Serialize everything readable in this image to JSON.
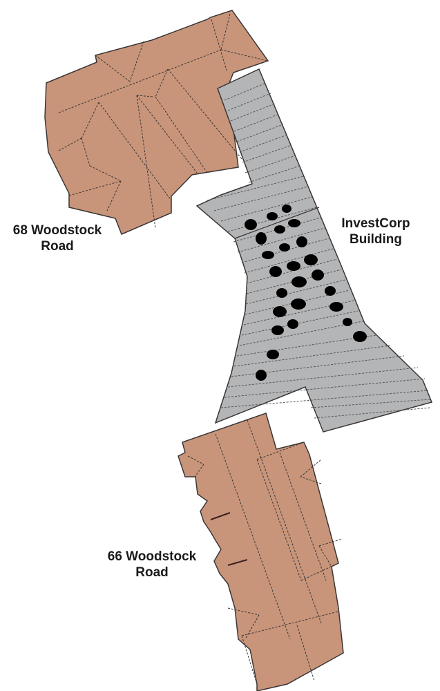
{
  "diagram": {
    "type": "site-plan",
    "colors": {
      "background": "#ffffff",
      "residential_roof": "#c8957a",
      "investcorp_roof": "#b4b5b7",
      "outline": "#3a3535",
      "trees": "#000000"
    },
    "buildings": [
      {
        "id": "68-woodstock-road",
        "label_line1": "68 Woodstock",
        "label_line2": "Road"
      },
      {
        "id": "investcorp-building",
        "label_line1": "InvestCorp",
        "label_line2": "Building"
      },
      {
        "id": "66-woodstock-road",
        "label_line1": "66 Woodstock",
        "label_line2": "Road"
      }
    ],
    "tree_count": 27
  }
}
